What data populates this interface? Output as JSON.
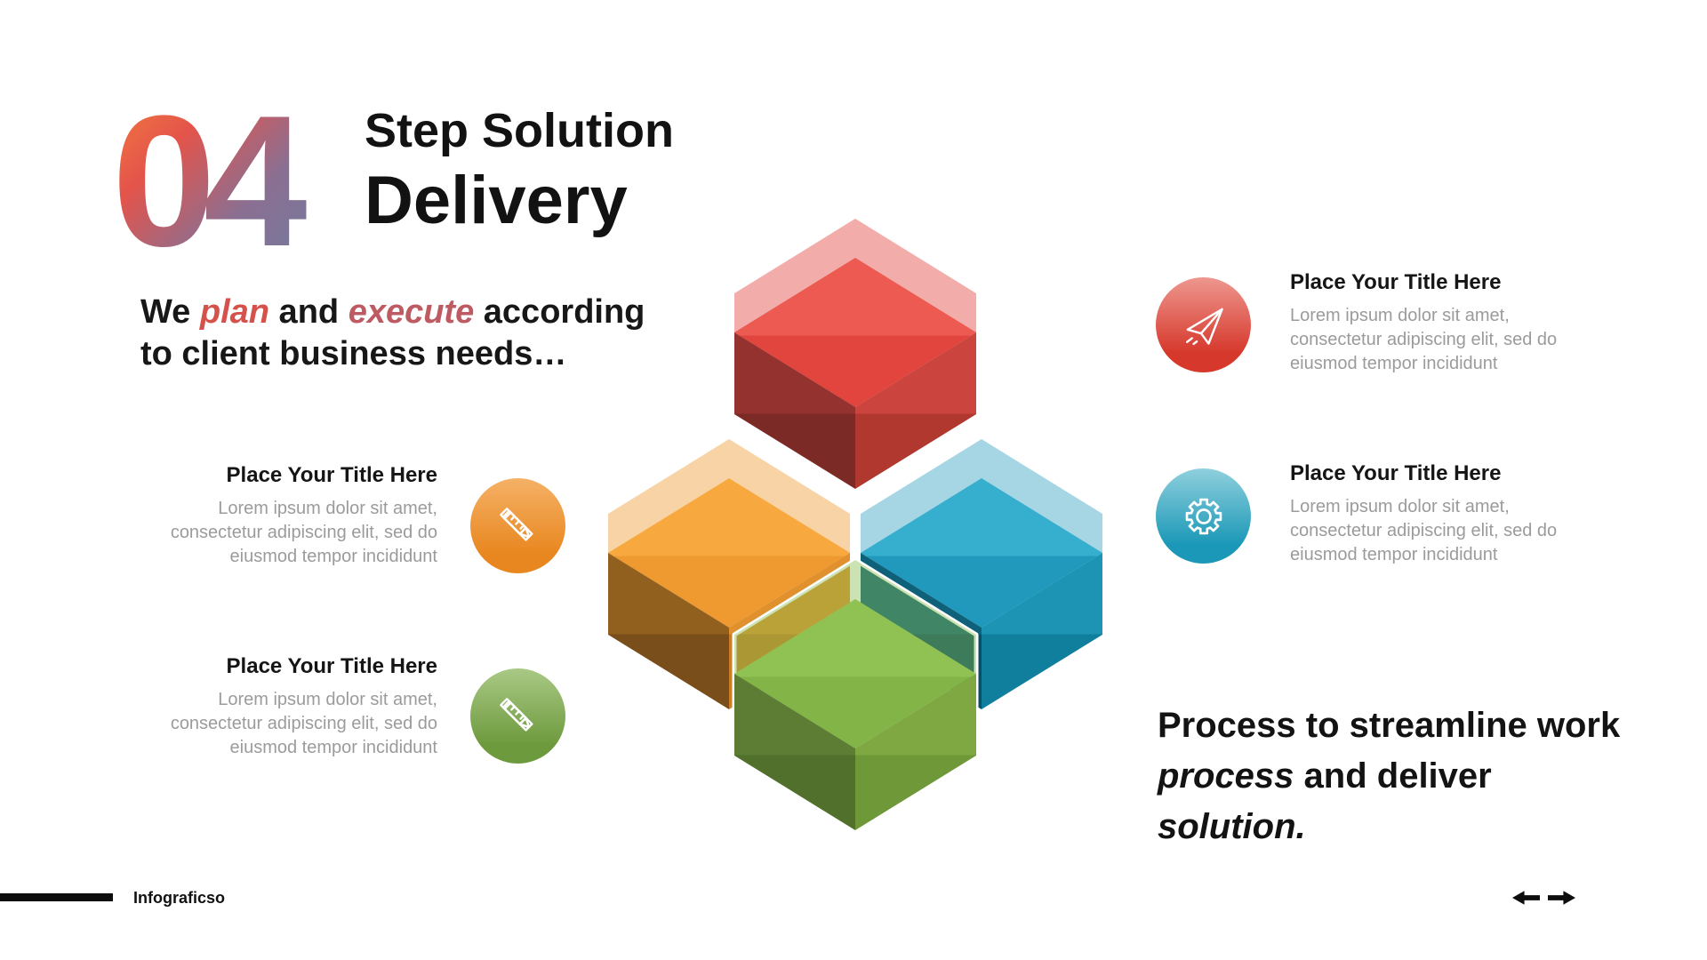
{
  "header": {
    "step_number": "04",
    "number_gradient": [
      "#F5823B",
      "#E4544B",
      "#8A6F92",
      "#747B9E"
    ],
    "title_top": "Step Solution",
    "title_main": "Delivery"
  },
  "intro": {
    "pre": "We ",
    "italic1": "plan",
    "mid": " and ",
    "italic2": "execute",
    "post": " according",
    "line2": "to client business needs…",
    "accent_color": "#D4524B",
    "accent2_color": "#BE5A62"
  },
  "blocks": [
    {
      "id": "left-top",
      "title": "Place Your Title Here",
      "body": "Lorem ipsum dolor sit amet, consectetur adipiscing elit, sed do eiusmod tempor incididunt",
      "icon": "pencil-ruler-icon",
      "circle_gradient": [
        "#F5B166",
        "#E8871F"
      ]
    },
    {
      "id": "left-bottom",
      "title": "Place Your Title Here",
      "body": "Lorem ipsum dolor sit amet, consectetur adipiscing elit, sed do eiusmod tempor incididunt",
      "icon": "pencil-ruler-icon",
      "circle_gradient": [
        "#A9C985",
        "#6E9A3E"
      ]
    },
    {
      "id": "right-top",
      "title": "Place Your Title Here",
      "body": "Lorem ipsum dolor sit amet, consectetur adipiscing elit, sed do eiusmod tempor incididunt",
      "icon": "paper-plane-icon",
      "circle_gradient": [
        "#EE978F",
        "#D6382B"
      ]
    },
    {
      "id": "right-bottom",
      "title": "Place Your Title Here",
      "body": "Lorem ipsum dolor sit amet, consectetur adipiscing elit, sed do eiusmod tempor incididunt",
      "icon": "gear-icon",
      "circle_gradient": [
        "#8FD0DD",
        "#1B98B7"
      ]
    }
  ],
  "note": {
    "part1": "Process to streamline work ",
    "italic1": "process",
    "part2": " and deliver ",
    "italic2": "solution."
  },
  "footer": {
    "brand": "Infograficso"
  },
  "nav": {
    "icons": [
      "arrow-left-icon",
      "arrow-right-icon"
    ]
  },
  "illustration": {
    "type": "isometric-cubes",
    "cubes": [
      {
        "name": "red",
        "lid": "rgba(227,74,66,0.45)",
        "top_light": "#EC5A51",
        "top": "#E1453E",
        "left_light": "#93322E",
        "left": "#7C2A26",
        "right_light": "#CB453E",
        "right": "#B1382F"
      },
      {
        "name": "orange",
        "lid": "rgba(239,154,49,0.44)",
        "top_light": "#F7A93F",
        "top": "#EF9A31",
        "left_light": "#91601F",
        "left": "#7A4E1B",
        "right_light": "#E0912E",
        "right": "#C97F26"
      },
      {
        "name": "blue",
        "lid": "rgba(32,153,188,0.40)",
        "top_light": "#36AECE",
        "top": "#2099BC",
        "left_light": "#0F617A",
        "left": "#0A4F66",
        "right_light": "#1E94B4",
        "right": "#107E9D"
      },
      {
        "name": "green",
        "lid": "rgba(134,185,74,0.42)",
        "top_light": "#90C253",
        "top": "#82B447",
        "left_light": "#5C7D33",
        "left": "#50702C",
        "right_light": "#7FA843",
        "right": "#6F9839"
      }
    ]
  }
}
